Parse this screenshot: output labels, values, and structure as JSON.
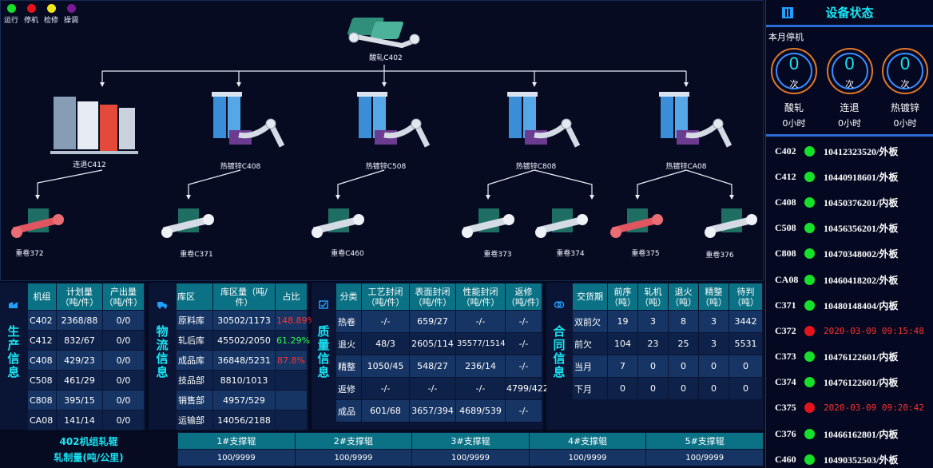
{
  "legend": [
    {
      "label": "运行",
      "color": "#16e02a"
    },
    {
      "label": "停机",
      "color": "#e5141c"
    },
    {
      "label": "检修",
      "color": "#f2e619"
    },
    {
      "label": "操调",
      "color": "#7a1a96"
    }
  ],
  "flow": {
    "root": "酸轧C402",
    "mid": [
      "连退C412",
      "热镀锌C408",
      "热镀锌C508",
      "热镀锌C808",
      "热镀锌CA08"
    ],
    "leaves": [
      "重卷372",
      "重卷C371",
      "重卷C460",
      "重卷373",
      "重卷374",
      "重卷375",
      "重卷376"
    ]
  },
  "device_status": {
    "title": "设备状态",
    "subtitle": "本月停机",
    "gauges": [
      {
        "value": "0",
        "unit": "次",
        "name": "酸轧",
        "time": "0小时"
      },
      {
        "value": "0",
        "unit": "次",
        "name": "连退",
        "time": "0小时"
      },
      {
        "value": "0",
        "unit": "次",
        "name": "热镀锌",
        "time": "0小时"
      }
    ],
    "list": [
      {
        "machine": "C402",
        "status": "run",
        "text": "10412323520/外板"
      },
      {
        "machine": "C412",
        "status": "run",
        "text": "10440918601/外板"
      },
      {
        "machine": "C408",
        "status": "run",
        "text": "10450376201/内板"
      },
      {
        "machine": "C508",
        "status": "run",
        "text": "10456356201/外板"
      },
      {
        "machine": "C808",
        "status": "run",
        "text": "10470348002/外板"
      },
      {
        "machine": "CA08",
        "status": "run",
        "text": "10460418202/外板"
      },
      {
        "machine": "C371",
        "status": "run",
        "text": "10480148404/内板"
      },
      {
        "machine": "C372",
        "status": "stop",
        "text": "2020-03-09 09:15:48"
      },
      {
        "machine": "C373",
        "status": "run",
        "text": "10476122601/内板"
      },
      {
        "machine": "C374",
        "status": "run",
        "text": "10476122601/内板"
      },
      {
        "machine": "C375",
        "status": "stop",
        "text": "2020-03-09 09:20:42"
      },
      {
        "machine": "C376",
        "status": "run",
        "text": "10466162801/内板"
      },
      {
        "machine": "C460",
        "status": "run",
        "text": "10490352503/外板"
      }
    ]
  },
  "production": {
    "label": "生产信息",
    "headers": [
      "机组",
      "计划量（吨/件）",
      "产出量（吨/件）"
    ],
    "rows": [
      [
        "C402",
        "2368/88",
        "0/0"
      ],
      [
        "C412",
        "832/67",
        "0/0"
      ],
      [
        "C408",
        "429/23",
        "0/0"
      ],
      [
        "C508",
        "461/29",
        "0/0"
      ],
      [
        "C808",
        "395/15",
        "0/0"
      ],
      [
        "CA08",
        "141/14",
        "0/0"
      ]
    ]
  },
  "logistics": {
    "label": "物流信息",
    "headers": [
      "库区",
      "库区量（吨/件）",
      "占比"
    ],
    "rows": [
      [
        "原料库",
        "30502/1173",
        "148.89%"
      ],
      [
        "轧后库",
        "45502/2050",
        "61.29%"
      ],
      [
        "成品库",
        "36848/5231",
        "87.8%"
      ],
      [
        "技品部",
        "8810/1013",
        ""
      ],
      [
        "销售部",
        "4957/529",
        ""
      ],
      [
        "运输部",
        "14056/2188",
        ""
      ]
    ]
  },
  "quality": {
    "label": "质量信息",
    "headers": [
      "分类",
      "工艺封闭（吨/件）",
      "表面封闭（吨/件）",
      "性能封闭（吨/件）",
      "返修（吨/件）"
    ],
    "rows": [
      [
        "热卷",
        "-/-",
        "659/27",
        "-/-",
        "-/-"
      ],
      [
        "退火",
        "48/3",
        "2605/114",
        "35577/1514",
        "-/-"
      ],
      [
        "精整",
        "1050/45",
        "548/27",
        "236/14",
        "-/-"
      ],
      [
        "返修",
        "-/-",
        "-/-",
        "-/-",
        "4799/422"
      ],
      [
        "成品",
        "601/68",
        "3657/394",
        "4689/539",
        "-/-"
      ]
    ]
  },
  "contract": {
    "label": "合同信息",
    "headers": [
      "交货期",
      "前序（吨）",
      "轧机（吨）",
      "退火（吨）",
      "精整（吨）",
      "待判（吨）"
    ],
    "rows": [
      [
        "双前欠",
        "19",
        "3",
        "8",
        "3",
        "3442"
      ],
      [
        "前欠",
        "104",
        "23",
        "25",
        "3",
        "5531"
      ],
      [
        "当月",
        "7",
        "0",
        "0",
        "0",
        "0"
      ],
      [
        "下月",
        "0",
        "0",
        "0",
        "0",
        "0"
      ]
    ]
  },
  "roller": {
    "label_line1": "402机组轧辊",
    "label_line2": "轧制量(吨/公里)",
    "headers": [
      "1#支撑辊",
      "2#支撑辊",
      "3#支撑辊",
      "4#支撑辊",
      "5#支撑辊"
    ],
    "values": [
      "100/9999",
      "100/9999",
      "100/9999",
      "100/9999",
      "100/9999"
    ]
  }
}
